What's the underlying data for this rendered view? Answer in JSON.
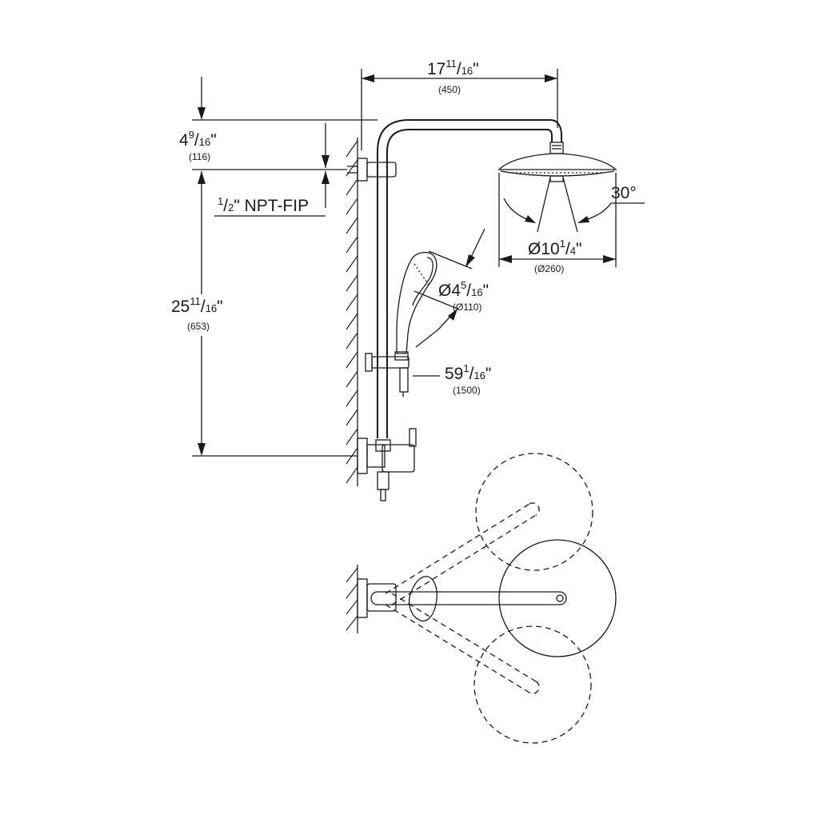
{
  "dimensions": {
    "arm_length": {
      "whole": "17",
      "num": "11",
      "den": "16",
      "unit": "\"",
      "mm": "(450)"
    },
    "outlet_offset": {
      "whole": "4",
      "num": "9",
      "den": "16",
      "unit": "\"",
      "mm": "(116)"
    },
    "thread": {
      "num": "1",
      "den": "2",
      "label": "\" NPT-FIP"
    },
    "rail_height": {
      "whole": "25",
      "num": "11",
      "den": "16",
      "unit": "\"",
      "mm": "(653)"
    },
    "head_angle": {
      "label": "30°"
    },
    "head_diameter": {
      "whole": "Ø10",
      "num": "1",
      "den": "4",
      "unit": "\"",
      "mm": "(Ø260)"
    },
    "hand_diameter": {
      "whole": "Ø4",
      "num": "5",
      "den": "16",
      "unit": "\"",
      "mm": "(Ø110)"
    },
    "hose_length": {
      "whole": "59",
      "num": "1",
      "den": "16",
      "unit": "\"",
      "mm": "(1500)"
    }
  }
}
